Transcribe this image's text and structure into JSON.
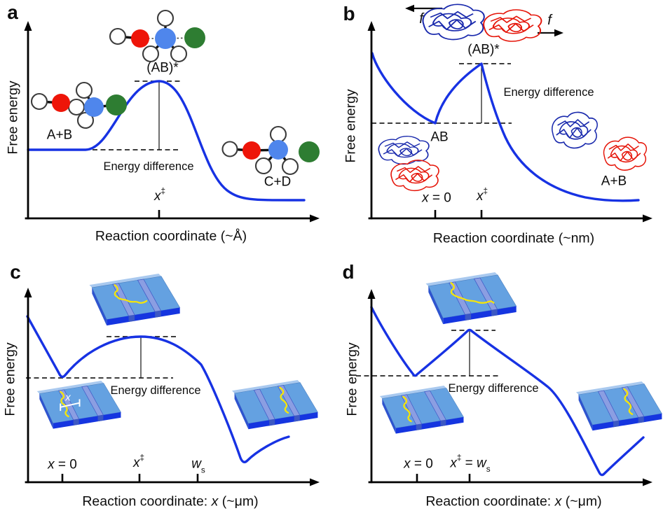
{
  "panels": {
    "a": {
      "letter": "a",
      "ylabel": "Free energy",
      "xlabel": "Reaction coordinate (~Å)",
      "reactants_label": "A+B",
      "transition_label": "(AB)*",
      "products_label": "C+D",
      "energy_difference_label": "Energy difference",
      "tick_barrier": {
        "base": "x",
        "sup": "‡"
      }
    },
    "b": {
      "letter": "b",
      "ylabel": "Free energy",
      "xlabel": "Reaction coordinate (~nm)",
      "force_left_label": "f",
      "force_right_label": "f",
      "bound_label": "AB",
      "transition_label": "(AB)*",
      "unbound_label": "A+B",
      "energy_difference_label": "Energy difference",
      "tick_origin": {
        "base": "x",
        "rest": " = 0"
      },
      "tick_barrier": {
        "base": "x",
        "sup": "‡"
      }
    },
    "c": {
      "letter": "c",
      "ylabel": "Free energy",
      "xlabel": {
        "pre": "Reaction coordinate: ",
        "x": "x",
        "post": " (~μm)"
      },
      "energy_difference_label": "Energy difference",
      "slab_distance_label": "x",
      "tick_origin": {
        "base": "x",
        "rest": " = 0"
      },
      "tick_barrier": {
        "base": "x",
        "sup": "‡"
      },
      "tick_ws": {
        "base": "w",
        "sub": "s"
      }
    },
    "d": {
      "letter": "d",
      "ylabel": "Free energy",
      "xlabel": {
        "pre": "Reaction coordinate: ",
        "x": "x",
        "post": " (~μm)"
      },
      "energy_difference_label": "Energy difference",
      "tick_origin": {
        "base": "x",
        "rest": " = 0"
      },
      "tick_barrier_eq": {
        "base": "x",
        "sup": "‡",
        "eq": " = ",
        "base2": "w",
        "sub": "s"
      }
    }
  },
  "colors": {
    "curve_blue": "#1732e3",
    "axis_black": "#000000",
    "molecule_red": "#ee1509",
    "molecule_blue": "#4f86ec",
    "molecule_green": "#2e7d32",
    "molecule_white": "#ffffff",
    "protein_blue": "#1a2aad",
    "protein_red": "#e51408",
    "slab_top_blue": "#64a1e1",
    "slab_edge_blue": "#1535e0",
    "trench_blue": "#8b9ee2",
    "polymer_yellow": "#f5e50a"
  }
}
